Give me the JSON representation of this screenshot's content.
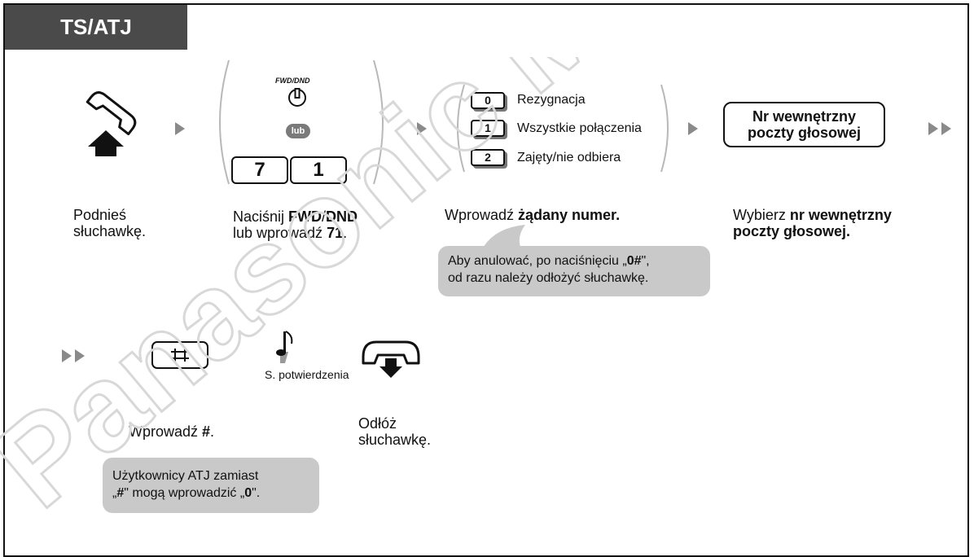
{
  "header": {
    "tag": "TS/ATJ"
  },
  "watermark_text": "Panasonic Marke",
  "steps": {
    "s1": {
      "caption_line1": "Podnieś",
      "caption_line2": "słuchawkę."
    },
    "s2": {
      "fwd_label": "FWD/DND",
      "lub": "lub",
      "key1": "7",
      "key2": "1",
      "cap_pre": "Naciśnij ",
      "cap_b1": "FWD",
      "cap_sep": "/",
      "cap_b2": "DND",
      "cap_line2_pre": "lub wprowadź ",
      "cap_line2_b": "71",
      "cap_line2_post": "."
    },
    "s3": {
      "options": [
        {
          "key": "0",
          "text": "Rezygnacja"
        },
        {
          "key": "1",
          "text": "Wszystkie połączenia"
        },
        {
          "key": "2",
          "text": "Zajęty/nie odbiera"
        }
      ],
      "cap_pre": "Wprowadź ",
      "cap_b": "żądany numer.",
      "note_l1_pre": "Aby anulować, po naciśnięciu „",
      "note_l1_b": "0#",
      "note_l1_post": "\",",
      "note_l2": "od razu należy odłożyć słuchawkę."
    },
    "s4": {
      "box_l1": "Nr wewnętrzny",
      "box_l2": "poczty głosowej",
      "cap_pre": "Wybierz ",
      "cap_b1": "nr wewnętrzny",
      "cap_b2": "poczty głosowej."
    },
    "s5": {
      "cap_pre": "Wprowadź ",
      "cap_b": "#",
      "cap_post": ".",
      "note_l1": "Użytkownicy ATJ zamiast",
      "note_l2_a": "„",
      "note_l2_b": "#",
      "note_l2_c": "\" mogą wprowadzić „",
      "note_l2_d": "0",
      "note_l2_e": "\"."
    },
    "s6": {
      "tone": "S. potwierdzenia"
    },
    "s7": {
      "caption_line1": "Odłóż",
      "caption_line2": "słuchawkę."
    }
  }
}
